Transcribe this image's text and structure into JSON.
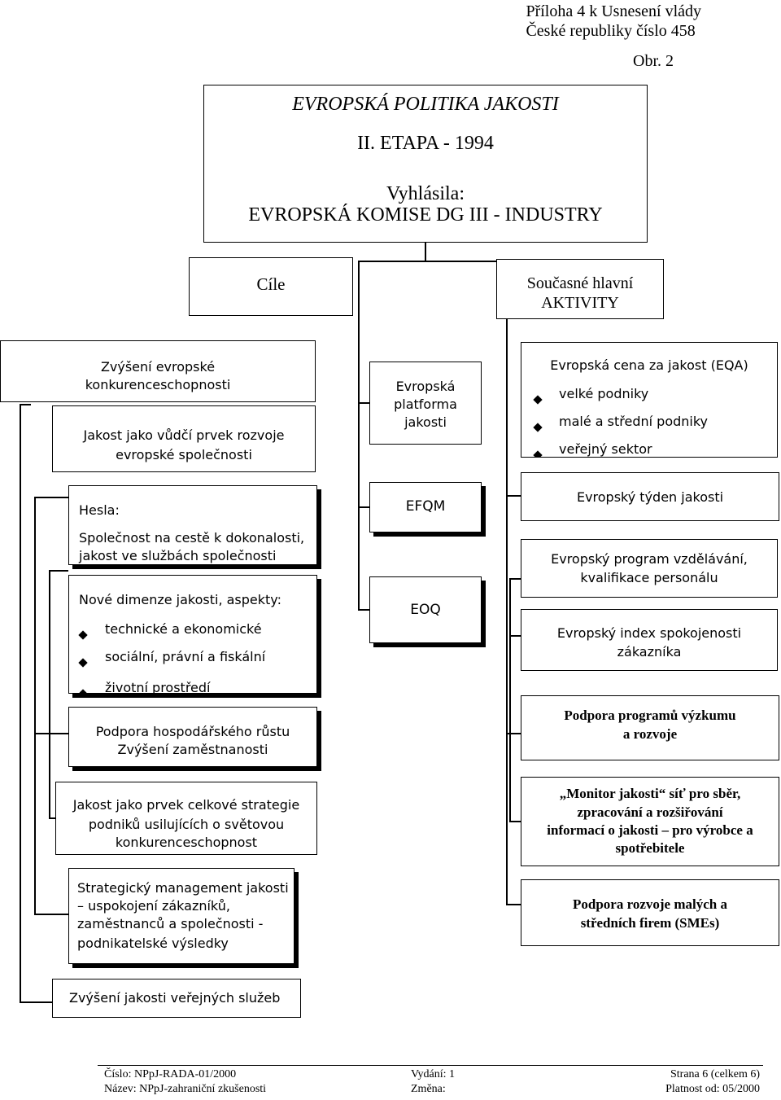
{
  "header": {
    "line1": "Příloha 4 k Usnesení vlády",
    "line2": "České republiky číslo 458",
    "obr": "Obr. 2"
  },
  "title_box": {
    "line1": "EVROPSKÁ POLITIKA JAKOSTI",
    "line2": "II. ETAPA - 1994",
    "line3": "Vyhlásila:",
    "line4": "EVROPSKÁ KOMISE DG III - INDUSTRY"
  },
  "cile": "Cíle",
  "aktivity": {
    "line1": "Současné hlavní",
    "line2": "AKTIVITY"
  },
  "left": {
    "zvyseni": {
      "line1": "Zvýšení evropské",
      "line2": "konkurenceschopnosti"
    },
    "jakost_vudci": {
      "line1": "Jakost jako vůdčí prvek rozvoje",
      "line2": "evropské společnosti"
    },
    "hesla": {
      "label": "Hesla:",
      "line1": "Společnost na cestě k dokonalosti,",
      "line2": "jakost ve službách společnosti"
    },
    "dimenze": {
      "label": "Nové dimenze jakosti, aspekty:",
      "items": [
        "technické a ekonomické",
        "sociální, právní a fiskální",
        "životní prostředí"
      ]
    },
    "podpora_rustu": {
      "line1": "Podpora hospodářského růstu",
      "line2": "Zvýšení zaměstnanosti"
    },
    "strategie": {
      "line1": "Jakost jako prvek celkové strategie",
      "line2": "podniků usilujících o světovou",
      "line3": "konkurenceschopnost"
    },
    "management": {
      "line1": "Strategický management jakosti",
      "line2": "– uspokojení zákazníků,",
      "line3": "zaměstnanců a společnosti -",
      "line4": "podnikatelské výsledky"
    },
    "verejne": "Zvýšení jakosti veřejných služeb"
  },
  "middle": {
    "platforma": {
      "line1": "Evropská",
      "line2": "platforma",
      "line3": "jakosti"
    },
    "efqm": "EFQM",
    "eoq": "EOQ"
  },
  "right": {
    "eqa": {
      "title": "Evropská cena za jakost (EQA)",
      "items": [
        "velké podniky",
        "malé a střední podniky",
        "veřejný sektor"
      ]
    },
    "tyden": "Evropský týden jakosti",
    "program": {
      "line1": "Evropský program vzdělávání,",
      "line2": "kvalifikace personálu"
    },
    "index": {
      "line1": "Evropský index spokojenosti",
      "line2": "zákazníka"
    },
    "vyzkum": {
      "line1": "Podpora programů výzkumu",
      "line2": "a rozvoje"
    },
    "monitor": {
      "line1": "„Monitor jakosti“ síť pro sběr,",
      "line2": "zpracování a rozšiřování",
      "line3": "informací o jakosti – pro výrobce a",
      "line4": "spotřebitele"
    },
    "smes": {
      "line1": "Podpora rozvoje malých a",
      "line2": "středních firem (SMEs)"
    }
  },
  "footer": {
    "cislo": "Číslo: NPpJ-RADA-01/2000",
    "nazev": "Název: NPpJ-zahraniční zkušenosti",
    "vydani": "Vydání: 1",
    "zmena": "Změna:",
    "strana": "Strana 6 (celkem 6)",
    "platnost": "Platnost od: 05/2000"
  }
}
